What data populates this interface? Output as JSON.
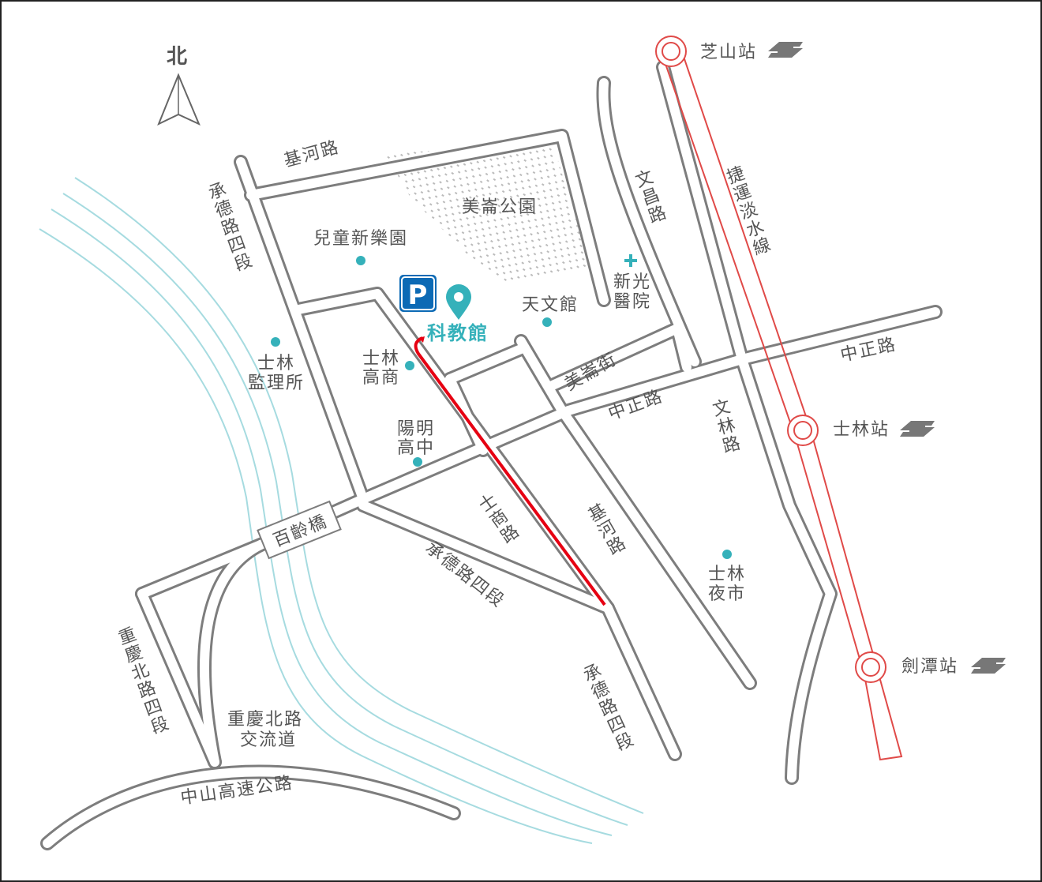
{
  "compass": {
    "label": "北"
  },
  "colors": {
    "road": "#7d7d7d",
    "river": "#a6dbe0",
    "poi": "#35b1ba",
    "mrt": "#e04a48",
    "route": "#e60012",
    "parking": "#0c6ab5"
  },
  "destination": {
    "label": "科教館",
    "icon": "map-pin-icon"
  },
  "parking": {
    "label": "P",
    "icon": "parking-icon"
  },
  "streets": {
    "jihe_top": "基河路",
    "chengde_nw": "承德路四段",
    "wenchang": "文昌路",
    "zhongzheng_e": "中正路",
    "meilun": "美崙街",
    "zhongzheng_mid": "中正路",
    "wenlin": "文林路",
    "shishang": "士商路",
    "jihe_lower": "基河路",
    "bailing_bridge": "百齡橋",
    "chengde_diag": "承德路四段",
    "chengde_se": "承德路四段",
    "chongqing": "重慶北路四段",
    "interchange_1": "重慶北路",
    "interchange_2": "交流道",
    "freeway": "中山高速公路",
    "mrt_line": "捷運淡水線"
  },
  "places": {
    "park": "美崙公園",
    "kids_park": "兒童新樂園",
    "planetarium": "天文館",
    "hospital_1": "新光",
    "hospital_2": "醫院",
    "shilin_commercial_1": "士林",
    "shilin_commercial_2": "高商",
    "motor_office_1": "士林",
    "motor_office_2": "監理所",
    "yangming_1": "陽明",
    "yangming_2": "高中",
    "night_market_1": "士林",
    "night_market_2": "夜市"
  },
  "stations": [
    {
      "name": "芝山站",
      "icon": "mrt-logo-icon"
    },
    {
      "name": "士林站",
      "icon": "mrt-logo-icon"
    },
    {
      "name": "劍潭站",
      "icon": "mrt-logo-icon"
    }
  ]
}
